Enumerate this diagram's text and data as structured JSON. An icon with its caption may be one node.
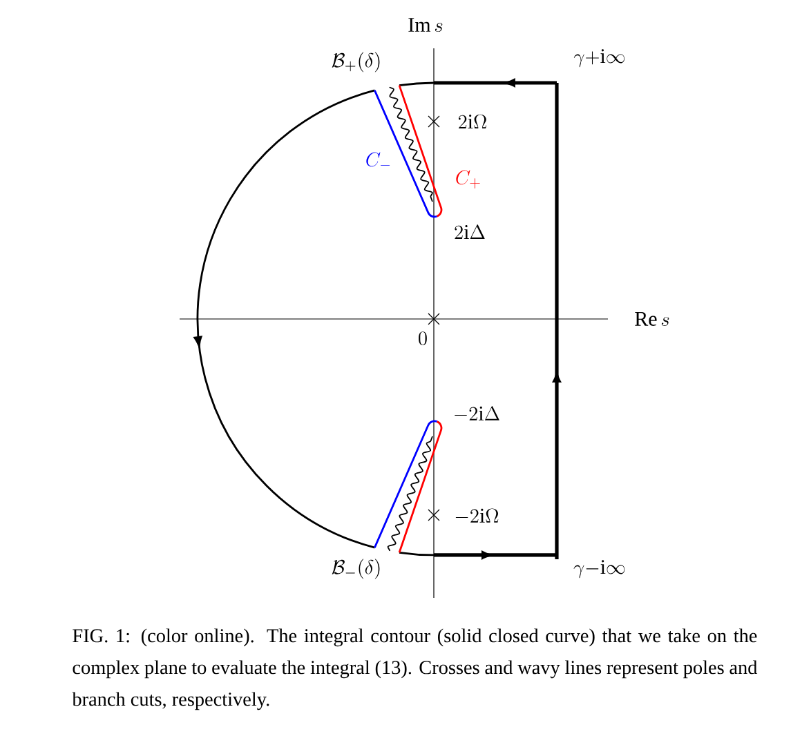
{
  "diagram": {
    "caption": "FIG. 1: (color online). The integral contour (solid closed curve) that we take on the complex plane to evaluate the integral (13). Crosses and wavy lines represent poles and branch cuts, respectively.",
    "labels": [
      "\\mathrm{Im}\\,s",
      "\\gamma{+}\\mathrm{i}\\infty",
      "\\mathcal{B}_{+}(\\delta)",
      "2\\mathrm{i}\\Omega",
      "C_{-}",
      "C_{+}",
      "2\\mathrm{i}\\Delta",
      "\\mathrm{Re}\\,s",
      "0",
      "-2\\mathrm{i}\\Delta",
      "-2\\mathrm{i}\\Omega",
      "\\mathcal{B}_{-}(\\delta)",
      "\\gamma{-}\\mathrm{i}\\infty"
    ]
  }
}
